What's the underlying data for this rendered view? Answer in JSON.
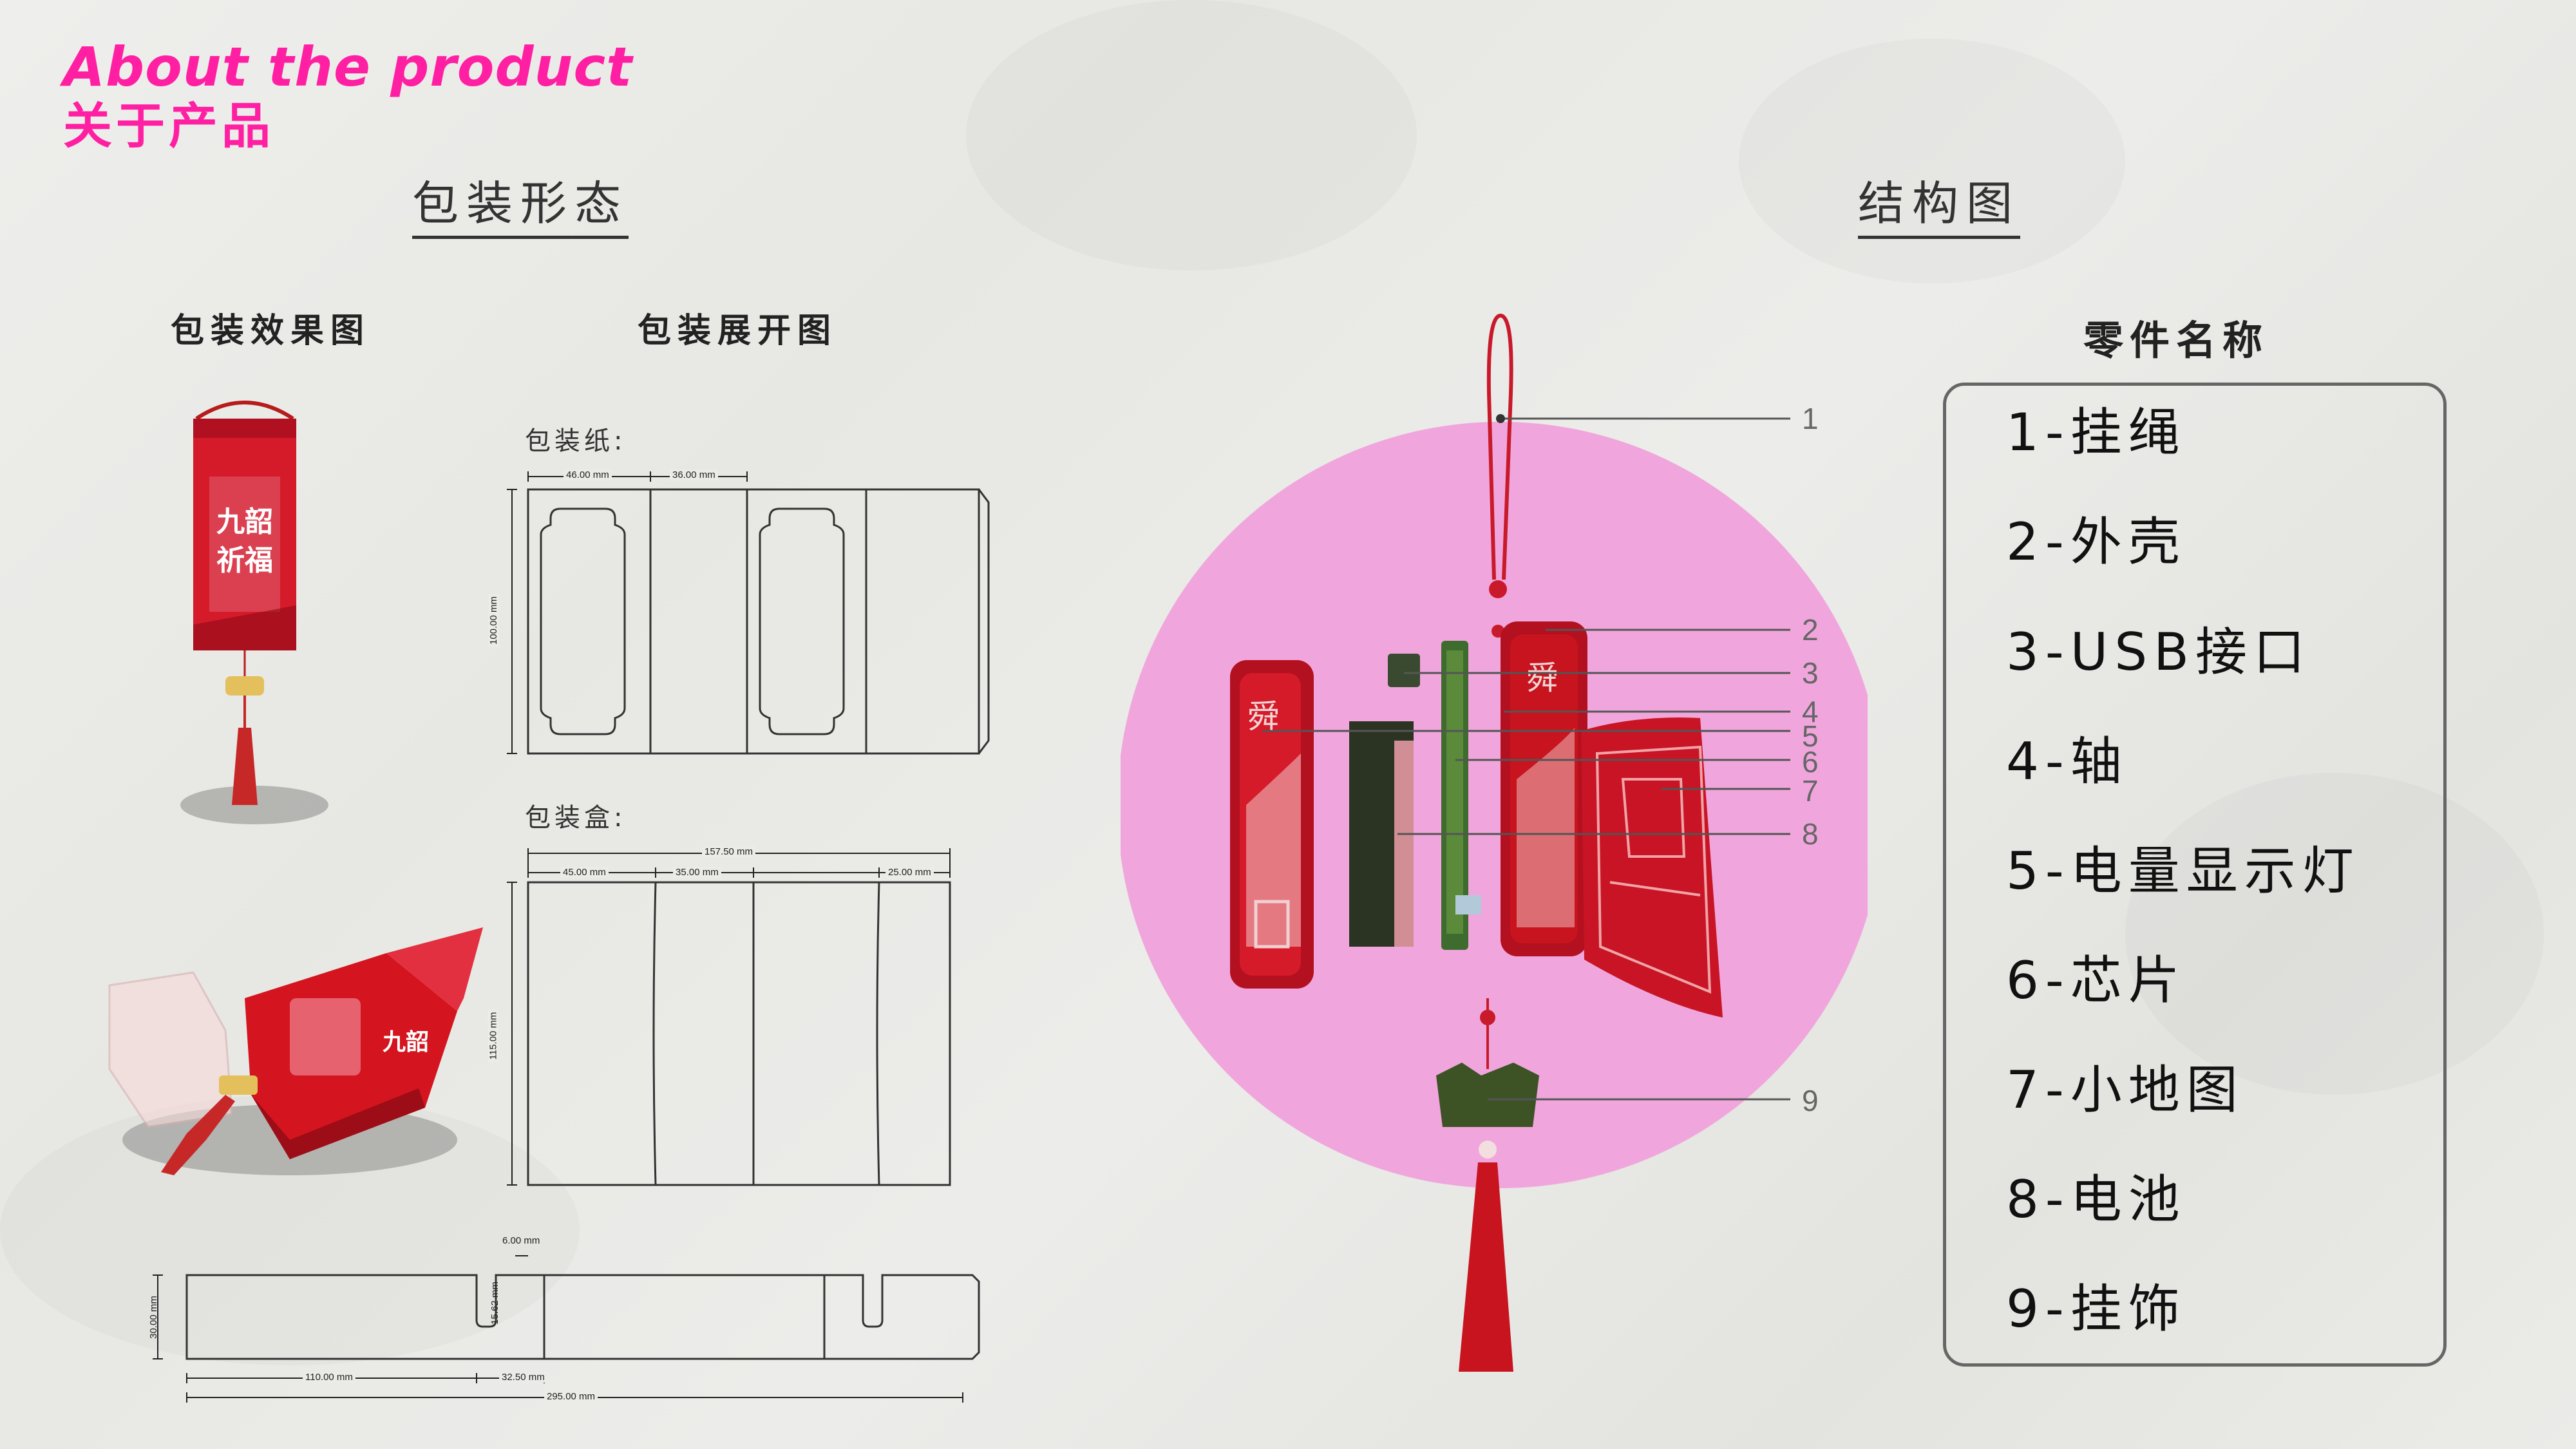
{
  "header": {
    "title_en": "About the product",
    "title_zh": "关于产品"
  },
  "packaging": {
    "section_title": "包装形态",
    "render_title": "包装效果图",
    "unfold_title": "包装展开图",
    "paper_label": "包装纸:",
    "box_label": "包装盒:",
    "paper_dims": {
      "w1": "46.00 mm",
      "w2": "36.00 mm",
      "h": "100.00 mm"
    },
    "box_dims": {
      "total": "157.50 mm",
      "w1": "45.00 mm",
      "w2": "35.00 mm",
      "w3": "25.00 mm",
      "h": "115.00 mm"
    },
    "strip_dims": {
      "slot_w": "6.00 mm",
      "slot_h": "15.62 mm",
      "h": "30.00 mm",
      "w1": "110.00 mm",
      "w2": "32.50 mm",
      "total": "295.00 mm"
    },
    "product_text": "九韶祈福"
  },
  "structure": {
    "section_title": "结构图",
    "callouts": [
      "1",
      "2",
      "3",
      "4",
      "5",
      "6",
      "7",
      "8",
      "9"
    ],
    "circle_color": "#f0a6dc"
  },
  "parts": {
    "title": "零件名称",
    "items": [
      "1-挂绳",
      "2-外壳",
      "3-USB接口",
      "4-轴",
      "5-电量显示灯",
      "6-芯片",
      "7-小地图",
      "8-电池",
      "9-挂饰"
    ]
  },
  "colors": {
    "accent": "#ff1fa3",
    "product_red": "#c8102e",
    "text": "#333333"
  }
}
